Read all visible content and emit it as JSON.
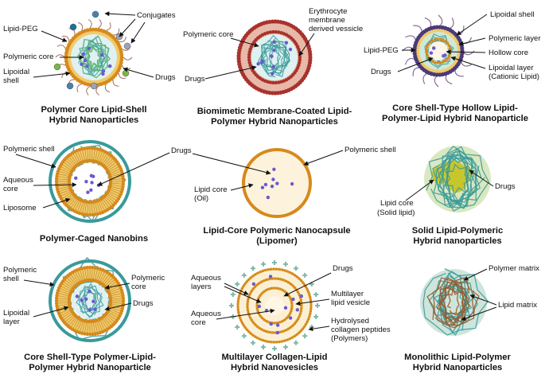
{
  "colors": {
    "lipid_head": "#d68a1c",
    "lipid_tail": "#f2c96b",
    "core_fill": "#dff1f1",
    "polymer_teal": "#3a9a9a",
    "polymer_green": "#6bbf72",
    "drug": "#6a5acd",
    "erythrocyte": "#a8322e",
    "oil": "#fdf3dc",
    "solid_lipid": "#c8c62d",
    "brown_polymer": "#9a5b2c"
  },
  "panels": [
    {
      "title": [
        "Polymer Core Lipid-Shell",
        "Hybrid Nanoparticles"
      ],
      "labels": [
        "Conjugates",
        "Lipid-PEG",
        "Polymeric core",
        "Lipoidal",
        "shell",
        "Drugs"
      ]
    },
    {
      "title": [
        "Biomimetic Membrane-Coated Lipid-",
        "Polymer Hybrid Nanoparticles"
      ],
      "labels": [
        "Erythrocyte",
        "membrane",
        "derived vessicle",
        "Polymeric core",
        "Drugs"
      ]
    },
    {
      "title": [
        "Core Shell-Type Hollow Lipid-",
        "Polymer-Lipid Hybrid Nanoparticle"
      ],
      "labels": [
        "Lipoidal shell",
        "Polymeric layer",
        "Lipid-PEG",
        "Hollow core",
        "Drugs",
        "Lipoidal layer",
        "(Cationic Lipid)"
      ]
    },
    {
      "title": [
        "Polymer-Caged Nanobins"
      ],
      "labels": [
        "Polymeric shell",
        "Drugs",
        "Aqueous",
        "core",
        "Liposome"
      ]
    },
    {
      "title": [
        "Lipid-Core Polymeric Nanocapsule",
        "(Lipomer)"
      ],
      "labels": [
        "Polymeric shell",
        "Lipid core",
        "(Oil)"
      ]
    },
    {
      "title": [
        "Solid Lipid-Polymeric",
        "Hybrid nanoparticles"
      ],
      "labels": [
        "Drugs",
        "Lipid core",
        "(Solid lipid)"
      ]
    },
    {
      "title": [
        "Core Shell-Type Polymer-Lipid-",
        "Polymer Hybrid Nanoparticle"
      ],
      "labels": [
        "Polymeric",
        "shell",
        "Polymeric",
        "core",
        "Drugs",
        "Lipoidal",
        "layer"
      ]
    },
    {
      "title": [
        "Multilayer Collagen-Lipid",
        "Hybrid Nanovesicles"
      ],
      "labels": [
        "Drugs",
        "Aqueous",
        "layers",
        "Multilayer",
        "lipid vesicle",
        "Aqueous",
        "core",
        "Hydrolysed",
        "collagen peptides",
        "(Polymers)"
      ]
    },
    {
      "title": [
        "Monolithic Lipid-Polymer",
        "Hybrid Nanoparticles"
      ],
      "labels": [
        "Polymer matrix",
        "Lipid matrix"
      ]
    }
  ]
}
